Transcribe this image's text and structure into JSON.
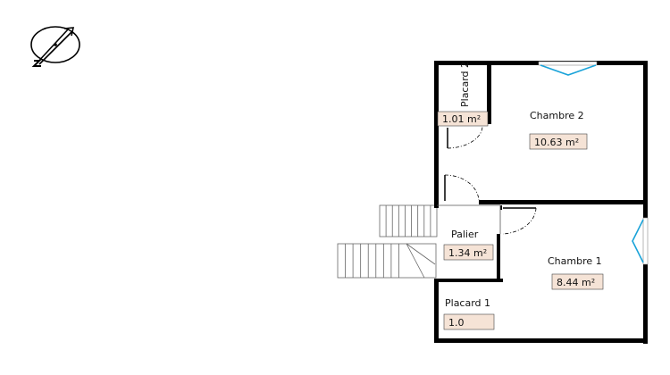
{
  "rooms": [
    {
      "name": "Placard 2",
      "area": "1.01 m²"
    },
    {
      "name": "Chambre 2",
      "area": "10.63 m²"
    },
    {
      "name": "Palier",
      "area": "1.34 m²"
    },
    {
      "name": "Chambre 1",
      "area": "8.44 m²"
    },
    {
      "name": "Placard 1",
      "area": "1.0"
    }
  ],
  "colors": {
    "wall": "#000000",
    "window": "#1aa3d9",
    "area_label_bg": "#f5e3d6"
  },
  "icons": {
    "compass": "north-arrow-compass"
  }
}
